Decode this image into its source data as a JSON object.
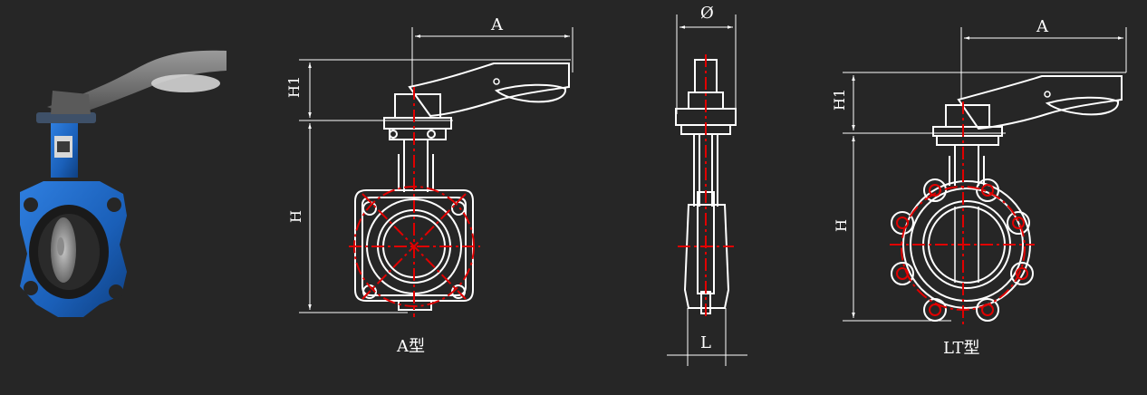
{
  "colors": {
    "background": "#262626",
    "line": "#ffffff",
    "centerline": "#e00000",
    "valve_body": "#1a5fb8",
    "handle": "#6f6f6f"
  },
  "photo": {
    "icon": "butterfly-valve-photo"
  },
  "drawing_a": {
    "label_a": "A",
    "label_h1": "H1",
    "label_h": "H",
    "caption": "A型"
  },
  "drawing_side": {
    "label_dia": "Ø",
    "label_l": "L"
  },
  "drawing_lt": {
    "label_a": "A",
    "label_h1": "H1",
    "label_h": "H",
    "caption": "LT型"
  }
}
